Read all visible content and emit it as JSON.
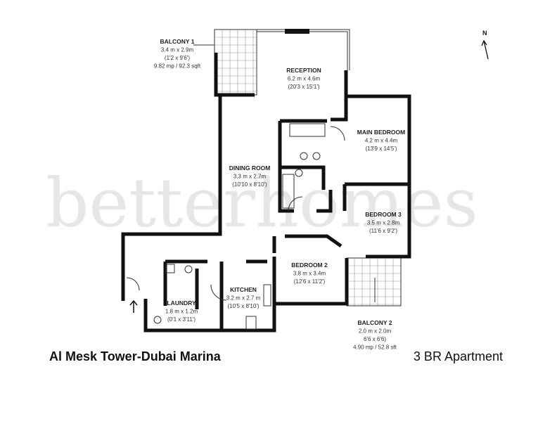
{
  "watermark": "betterhomes",
  "north_label": "N",
  "rooms": {
    "balcony1": {
      "name": "BALCONY 1",
      "dims": "3.4 m x 2.9m",
      "imperial": "(1'2 x 9'6')",
      "area": "9.82 mp  /  92.3 sqft"
    },
    "reception": {
      "name": "RECEPTION",
      "dims": "6.2 m x 4.6m",
      "imperial": "(20'3 x 15'1')"
    },
    "main_bedroom": {
      "name": "MAIN BEDROOM",
      "dims": "4.2 m x 4.4m",
      "imperial": "(13'9 x 14'5')"
    },
    "dining": {
      "name": "DINING ROOM",
      "dims": "3.3 m x 2.7m",
      "imperial": "(10'10 x 8'10')"
    },
    "bedroom3": {
      "name": "BEDROOM 3",
      "dims": "3.5 m x 2.8m",
      "imperial": "(11'6 x 9'2')"
    },
    "bedroom2": {
      "name": "BEDROOM 2",
      "dims": "3.8 m x 3.4m",
      "imperial": "(12'6 x 11'2')"
    },
    "kitchen": {
      "name": "KITCHEN",
      "dims": "3.2 m x 2.7 m",
      "imperial": "(10'5 x 8'10')"
    },
    "laundry": {
      "name": "LAUNDRY",
      "dims": "1.8 m x 1.2m",
      "imperial": "(0'1 x 3'11')"
    },
    "balcony2": {
      "name": "BALCONY 2",
      "dims": "2.0 m x 2.0m",
      "imperial": "6'6 x 6'6)",
      "area": "4.90 mp  /  52.8 sft"
    }
  },
  "footer": {
    "title": "Al Mesk Tower-Dubai Marina",
    "subtitle": "3 BR Apartment"
  }
}
